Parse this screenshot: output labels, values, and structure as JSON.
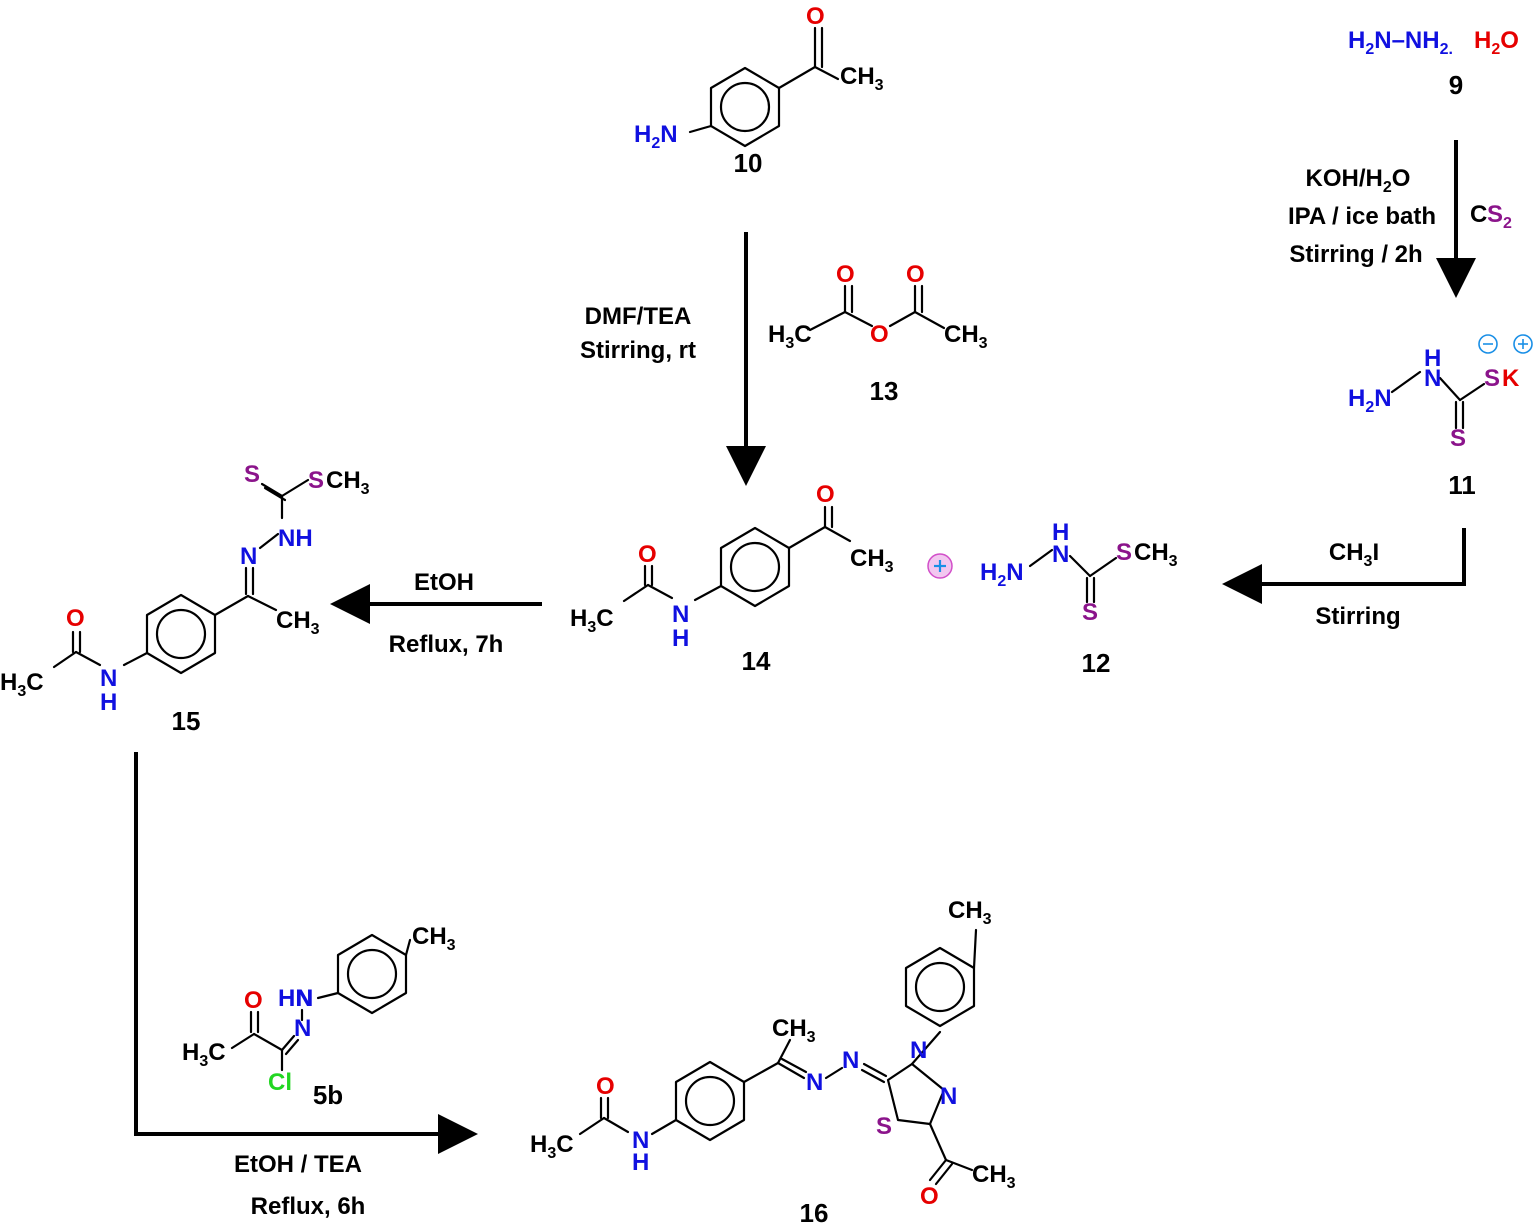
{
  "compounds": {
    "c9": {
      "label": "9",
      "formula_part1": "H",
      "formula_sub1": "2",
      "formula_part2": "N–NH",
      "formula_sub2": "2.",
      "formula_part3": "H",
      "formula_sub3": "2",
      "formula_part4": "O"
    },
    "c10": {
      "label": "10"
    },
    "c11": {
      "label": "11"
    },
    "c12": {
      "label": "12"
    },
    "c13": {
      "label": "13"
    },
    "c14": {
      "label": "14"
    },
    "c15": {
      "label": "15"
    },
    "c16": {
      "label": "16"
    },
    "c5b": {
      "label": "5b"
    }
  },
  "conditions": {
    "step_9_11": {
      "line1": "KOH/H",
      "line1_sub": "2",
      "line1_end": "O",
      "line2": "IPA / ice bath",
      "line3": "Stirring / 2h",
      "reagent": "CS",
      "reagent_sub": "2"
    },
    "step_10_14": {
      "line1": "DMF/TEA",
      "line2": "Stirring,  rt"
    },
    "step_11_12": {
      "reagent": "CH",
      "reagent_sub": "3",
      "reagent_end": "I",
      "line2": "Stirring"
    },
    "step_14_15": {
      "line1": "EtOH",
      "line2": "Reflux, 7h"
    },
    "step_15_16": {
      "line1": "EtOH / TEA",
      "line2": "Reflux, 6h"
    }
  },
  "atoms": {
    "O": "O",
    "N": "N",
    "S": "S",
    "K": "K",
    "Cl": "Cl",
    "H": "H",
    "NH": "NH",
    "HN": "HN",
    "HNN": "HN",
    "CH": "CH",
    "three": "3",
    "two": "2",
    "SCH": "SCH",
    "SK": "SK",
    "NN": "N"
  },
  "colors": {
    "nitrogen": "#1010e0",
    "oxygen": "#e60000",
    "sulfur": "#8b148b",
    "chlorine": "#22d622",
    "carbon": "#000000"
  }
}
